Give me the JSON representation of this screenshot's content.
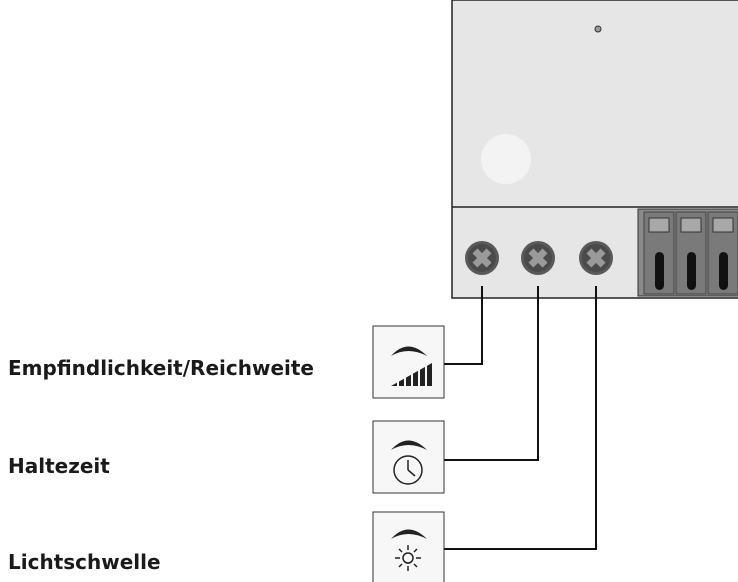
{
  "labels": {
    "sensitivity": "Empfindlichkeit/Reichweite",
    "hold_time": "Haltezeit",
    "light_threshold": "Lichtschwelle"
  },
  "icons": {
    "sensitivity": "signal-strength-icon",
    "hold_time": "clock-icon",
    "light_threshold": "sun-icon"
  },
  "colors": {
    "housing": "#e6e6e6",
    "housing_outline": "#222222",
    "screw": "#5a5a5a",
    "terminal": "#7a7a7a",
    "line": "#111111"
  }
}
